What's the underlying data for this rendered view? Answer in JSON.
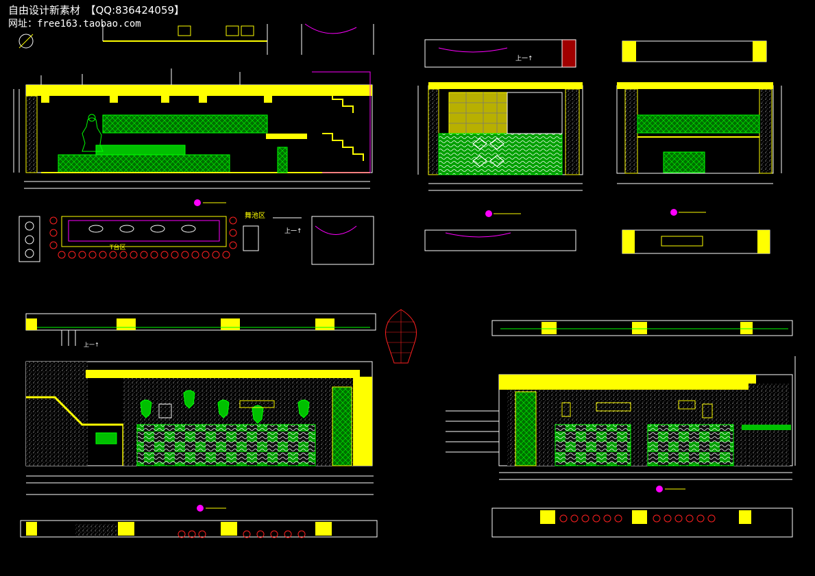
{
  "watermark": {
    "line1": "自由设计新素材　【QQ:836424059】",
    "line2": "网址：free163.taobao.com"
  },
  "labels": {
    "dance_area": "舞池区",
    "stage_area": "T台区",
    "stairs_up_1": "上一↑",
    "stairs_up_2": "上一↑",
    "up_arrow": "上一↑"
  },
  "colors": {
    "background": "#000000",
    "yellow": "#ffff00",
    "green": "#00ff00",
    "white": "#ffffff",
    "cyan": "#00ffff",
    "magenta": "#ff00ff",
    "red": "#ff2020"
  }
}
